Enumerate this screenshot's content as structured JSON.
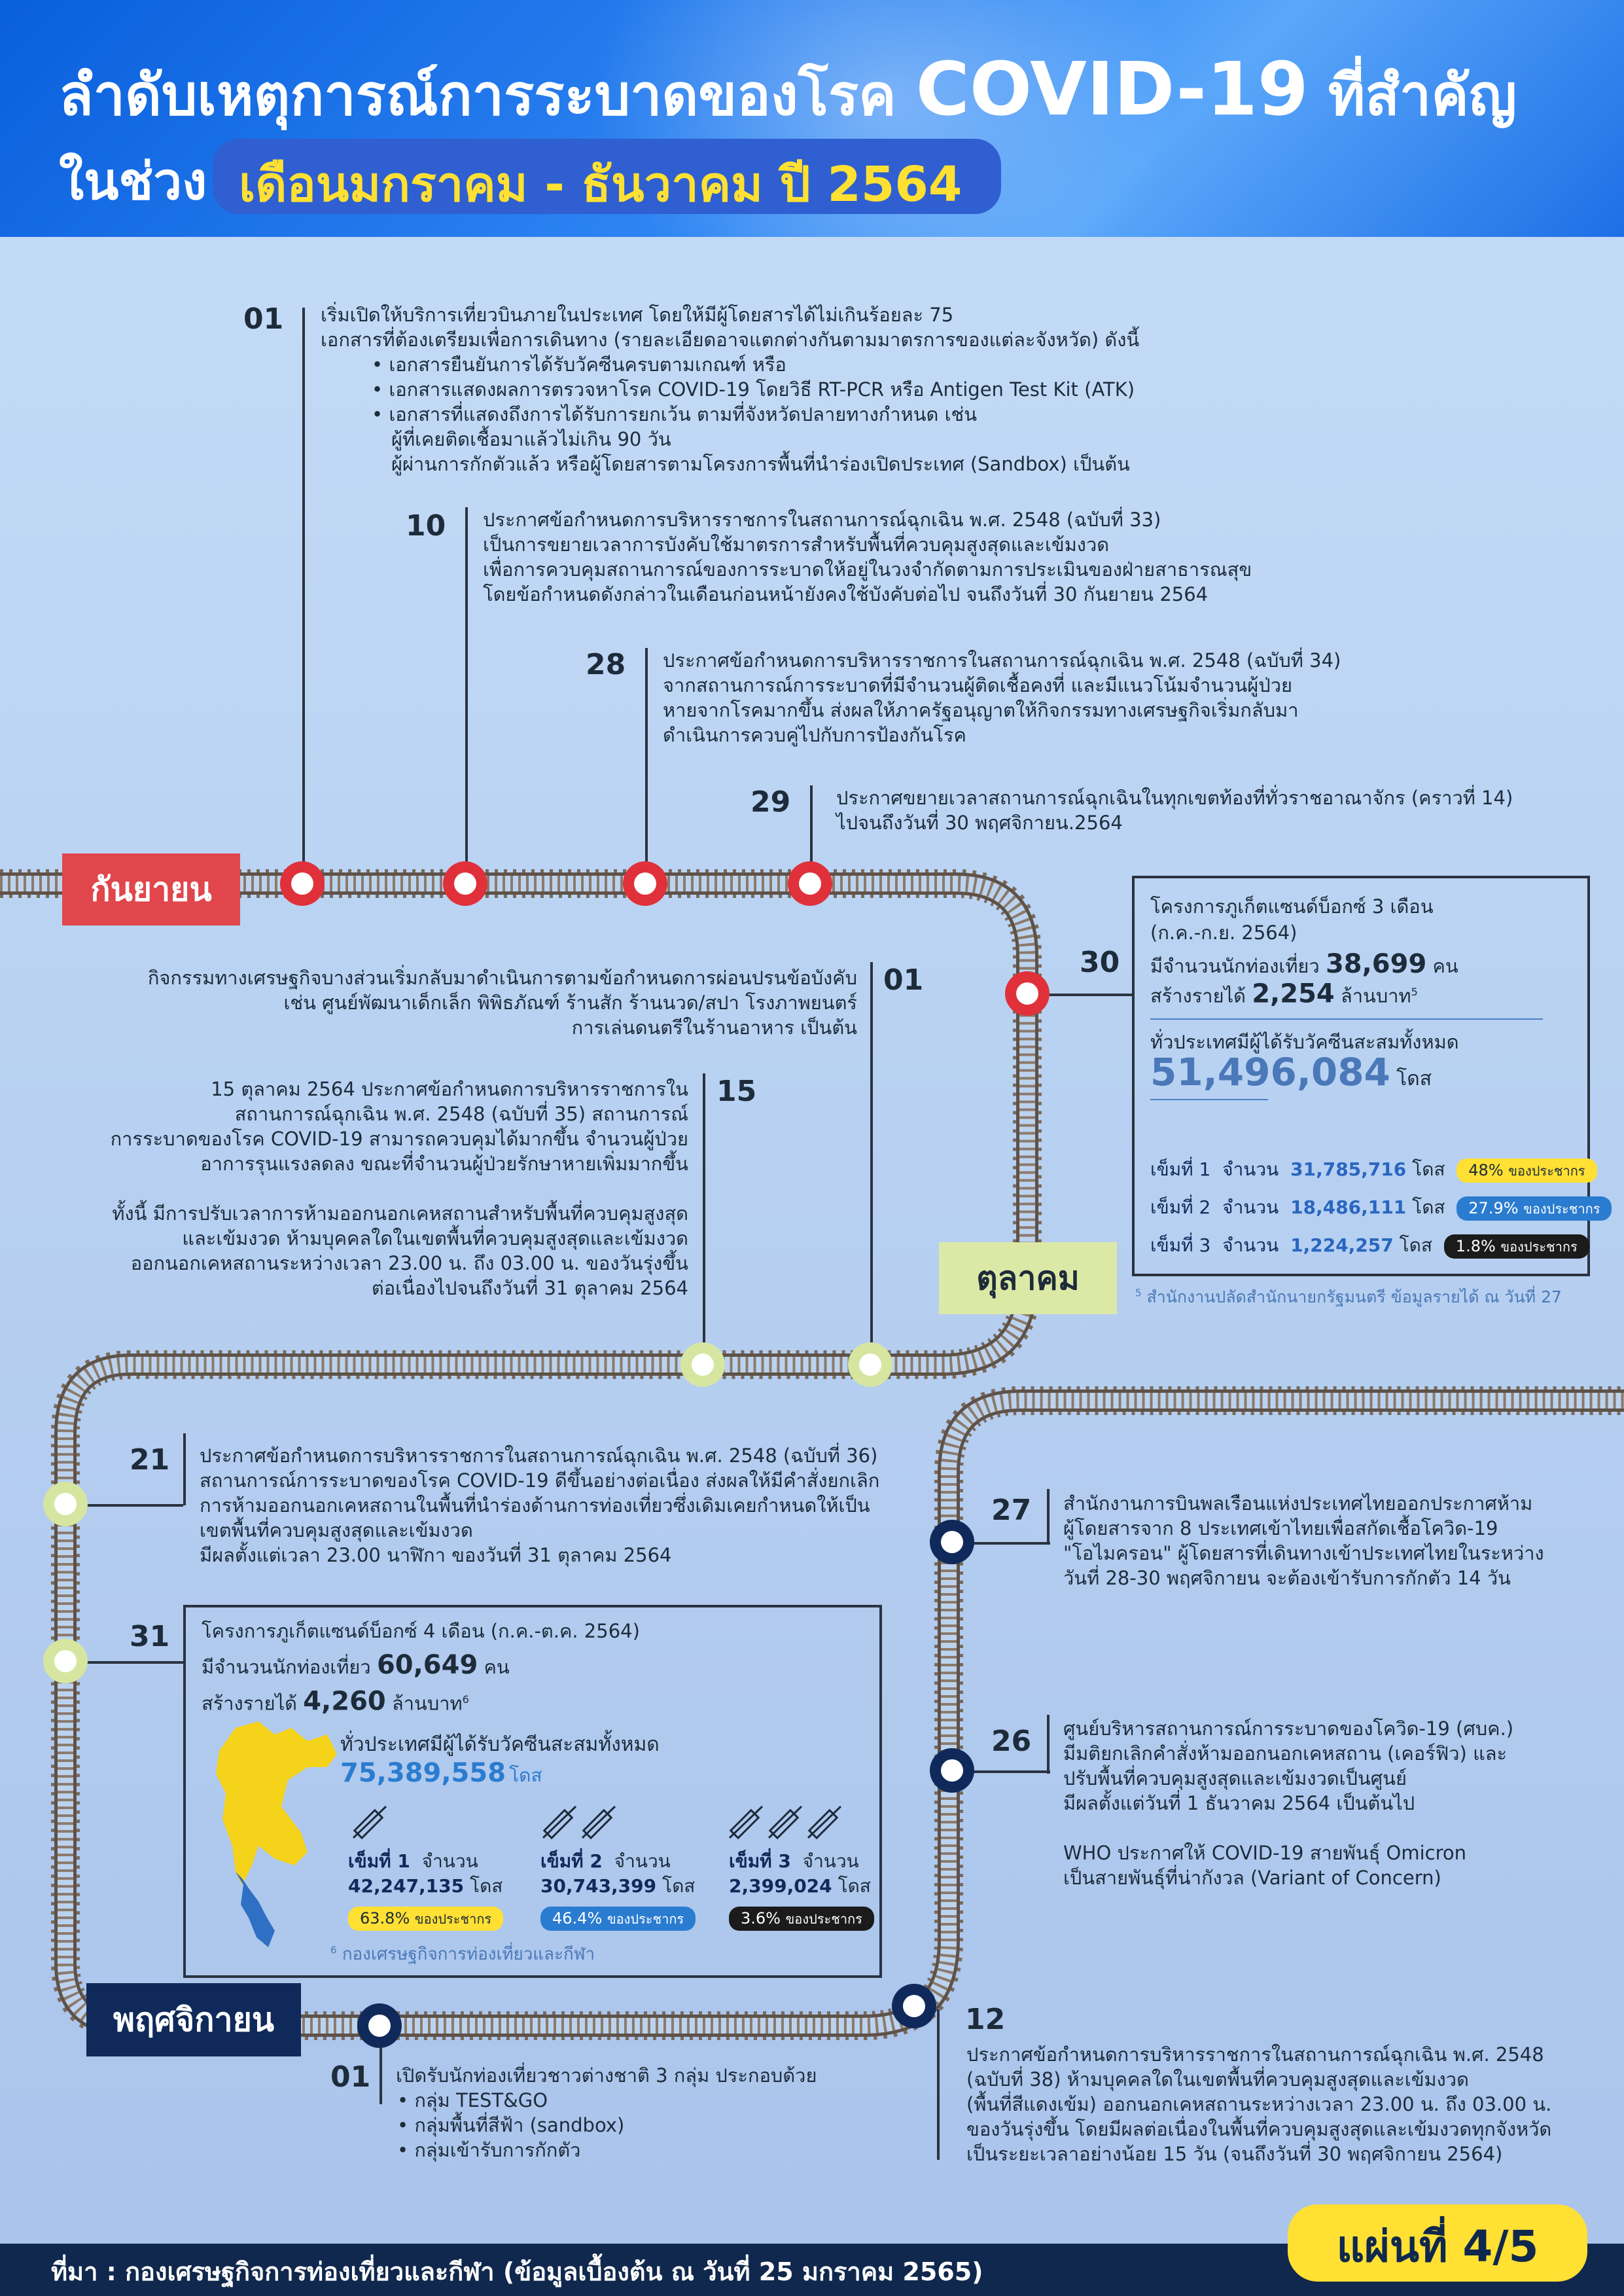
{
  "header": {
    "title_line1_thai": "ลำดับเหตุการณ์การระบาดของโรค",
    "title_line1_covid": "COVID-19",
    "title_line1_end": "ที่สำคัญ",
    "title_line2_prefix": "ในช่วง",
    "title_line2_period": "เดือนมกราคม - ธันวาคม ปี 2564"
  },
  "months": {
    "sep": "กันยายน",
    "oct": "ตุลาคม",
    "nov": "พฤศจิกายน"
  },
  "events": {
    "sep01": {
      "day": "01",
      "line1": "เริ่มเปิดให้บริการเที่ยวบินภายในประเทศ โดยให้มีผู้โดยสารได้ไม่เกินร้อยละ 75",
      "line2": "เอกสารที่ต้องเตรียมเพื่อการเดินทาง (รายละเอียดอาจแตกต่างกันตามมาตรการของแต่ละจังหวัด) ดังนี้",
      "bullets": [
        "เอกสารยืนยันการได้รับวัคซีนครบตามเกณฑ์ หรือ",
        "เอกสารแสดงผลการตรวจหาโรค COVID-19 โดยวิธี RT-PCR หรือ Antigen Test Kit (ATK)",
        "เอกสารที่แสดงถึงการได้รับการยกเว้น ตามที่จังหวัดปลายทางกำหนด เช่น"
      ],
      "sub1": "ผู้ที่เคยติดเชื้อมาแล้วไม่เกิน 90 วัน",
      "sub2": "ผู้ผ่านการกักตัวแล้ว หรือผู้โดยสารตามโครงการพื้นที่นำร่องเปิดประเทศ (Sandbox) เป็นต้น"
    },
    "sep10": {
      "day": "10",
      "l1": "ประกาศข้อกำหนดการบริหารราชการในสถานการณ์ฉุกเฉิน พ.ศ. 2548 (ฉบับที่ 33)",
      "l2": "เป็นการขยายเวลาการบังคับใช้มาตรการสำหรับพื้นที่ควบคุมสูงสุดและเข้มงวด",
      "l3": "เพื่อการควบคุมสถานการณ์ของการระบาดให้อยู่ในวงจำกัดตามการประเมินของฝ่ายสาธารณสุข",
      "l4": "โดยข้อกำหนดดังกล่าวในเดือนก่อนหน้ายังคงใช้บังคับต่อไป จนถึงวันที่ 30 กันยายน 2564"
    },
    "sep28": {
      "day": "28",
      "l1": "ประกาศข้อกำหนดการบริหารราชการในสถานการณ์ฉุกเฉิน พ.ศ. 2548 (ฉบับที่ 34)",
      "l2": "จากสถานการณ์การระบาดที่มีจำนวนผู้ติดเชื้อคงที่ และมีแนวโน้มจำนวนผู้ป่วย",
      "l3": "หายจากโรคมากขึ้น ส่งผลให้ภาครัฐอนุญาตให้กิจกรรมทางเศรษฐกิจเริ่มกลับมา",
      "l4": "ดำเนินการควบคู่ไปกับการป้องกันโรค"
    },
    "sep29": {
      "day": "29",
      "l1": "ประกาศขยายเวลาสถานการณ์ฉุกเฉินในทุกเขตท้องที่ทั่วราชอาณาจักร (คราวที่ 14)",
      "l2": "ไปจนถึงวันที่ 30 พฤศจิกายน.2564"
    },
    "sep30": {
      "day": "30"
    },
    "oct01": {
      "day": "01",
      "l1": "กิจกรรมทางเศรษฐกิจบางส่วนเริ่มกลับมาดำเนินการตามข้อกำหนดการผ่อนปรนข้อบังคับ",
      "l2": "เช่น ศูนย์พัฒนาเด็กเล็ก พิพิธภัณฑ์ ร้านสัก ร้านนวด/สปา โรงภาพยนตร์",
      "l3": "การเล่นดนตรีในร้านอาหาร เป็นต้น"
    },
    "oct15": {
      "day": "15",
      "l1": "15 ตุลาคม 2564   ประกาศข้อกำหนดการบริหารราชการใน",
      "l2": "สถานการณ์ฉุกเฉิน พ.ศ. 2548 (ฉบับที่ 35) สถานการณ์",
      "l3": "การระบาดของโรค COVID-19 สามารถควบคุมได้มากขึ้น จำนวนผู้ป่วย",
      "l4": "อาการรุนแรงลดลง ขณะที่จำนวนผู้ป่วยรักษาหายเพิ่มมากขึ้น",
      "l5": "ทั้งนี้ มีการปรับเวลาการห้ามออกนอกเคหสถานสำหรับพื้นที่ควบคุมสูงสุด",
      "l6": "และเข้มงวด ห้ามบุคคลใดในเขตพื้นที่ควบคุมสูงสุดและเข้มงวด",
      "l7": "ออกนอกเคหสถานระหว่างเวลา 23.00 น. ถึง 03.00 น. ของวันรุ่งขึ้น",
      "l8": "ต่อเนื่องไปจนถึงวันที่ 31 ตุลาคม 2564"
    },
    "oct21": {
      "day": "21",
      "l1": "ประกาศข้อกำหนดการบริหารราชการในสถานการณ์ฉุกเฉิน พ.ศ. 2548 (ฉบับที่ 36)",
      "l2": "สถานการณ์การระบาดของโรค COVID-19 ดีขึ้นอย่างต่อเนื่อง ส่งผลให้มีคำสั่งยกเลิก",
      "l3": "การห้ามออกนอกเคหสถานในพื้นที่นำร่องด้านการท่องเที่ยวซึ่งเดิมเคยกำหนดให้เป็น",
      "l4": "เขตพื้นที่ควบคุมสูงสุดและเข้มงวด",
      "l5": "มีผลตั้งแต่เวลา 23.00 นาฬิกา ของวันที่ 31 ตุลาคม 2564"
    },
    "oct31": {
      "day": "31"
    },
    "nov01": {
      "day": "01",
      "l1": "เปิดรับนักท่องเที่ยวชาวต่างชาติ 3 กลุ่ม ประกอบด้วย",
      "bullets": [
        "กลุ่ม TEST&GO",
        "กลุ่มพื้นที่สีฟ้า (sandbox)",
        "กลุ่มเข้ารับการกักตัว"
      ]
    },
    "nov12": {
      "day": "12",
      "l1": "ประกาศข้อกำหนดการบริหารราชการในสถานการณ์ฉุกเฉิน พ.ศ. 2548",
      "l2": "(ฉบับที่ 38) ห้ามบุคคลใดในเขตพื้นที่ควบคุมสูงสุดและเข้มงวด",
      "l3": "(พื้นที่สีแดงเข้ม) ออกนอกเคหสถานระหว่างเวลา 23.00 น. ถึง 03.00 น.",
      "l4": "ของวันรุ่งขึ้น โดยมีผลต่อเนื่องในพื้นที่ควบคุมสูงสุดและเข้มงวดทุกจังหวัด",
      "l5": "เป็นระยะเวลาอย่างน้อย 15 วัน (จนถึงวันที่ 30 พฤศจิกายน 2564)"
    },
    "nov26": {
      "day": "26",
      "l1": "ศูนย์บริหารสถานการณ์การระบาดของโควิด-19 (ศบค.)",
      "l2": "มีมติยกเลิกคำสั่งห้ามออกนอกเคหสถาน (เคอร์ฟิว) และ",
      "l3": "ปรับพื้นที่ควบคุมสูงสุดและเข้มงวดเป็นศูนย์",
      "l4": "มีผลตั้งแต่วันที่ 1 ธันวาคม 2564 เป็นต้นไป",
      "l5": "WHO ประกาศให้ COVID-19 สายพันธุ์ Omicron",
      "l6": "เป็นสายพันธุ์ที่น่ากังวล (Variant of Concern)"
    },
    "nov27": {
      "day": "27",
      "l1": "สำนักงานการบินพลเรือนแห่งประเทศไทยออกประกาศห้าม",
      "l2": "ผู้โดยสารจาก 8 ประเทศเข้าไทยเพื่อสกัดเชื้อโควิด-19",
      "l3": "\"โอไมครอน\" ผู้โดยสารที่เดินทางเข้าประเทศไทยในระหว่าง",
      "l4": "วันที่ 28-30 พฤศจิกายน จะต้องเข้ารับการกักตัว 14 วัน"
    }
  },
  "box3": {
    "l1": "โครงการภูเก็ตแซนด์บ็อกซ์ 3 เดือน",
    "l2": "(ก.ค.-ก.ย. 2564)",
    "tourists_prefix": "มีจำนวนนักท่องเที่ยว",
    "tourists": "38,699",
    "tourists_unit": "คน",
    "income_prefix": "สร้างรายได้",
    "income": "2,254",
    "income_unit": "ล้านบาท",
    "income_sup": "5",
    "vax_label": "ทั่วประเทศมีผู้ได้รับวัคซีนสะสมทั้งหมด",
    "vax_total": "51,496,084",
    "vax_unit": "โดส",
    "doses": [
      {
        "label": "เข็มที่ 1",
        "count_label": "จำนวน",
        "value": "31,785,716",
        "unit": "โดส",
        "pct": "48%",
        "pct_suffix": "ของประชากร",
        "color": "#ffe033"
      },
      {
        "label": "เข็มที่ 2",
        "count_label": "จำนวน",
        "value": "18,486,111",
        "unit": "โดส",
        "pct": "27.9%",
        "pct_suffix": "ของประชากร",
        "color": "#2a7cd0"
      },
      {
        "label": "เข็มที่ 3",
        "count_label": "จำนวน",
        "value": "1,224,257",
        "unit": "โดส",
        "pct": "1.8%",
        "pct_suffix": "ของประชากร",
        "color": "#1b1b1b"
      }
    ],
    "source": "สำนักงานปลัดสำนักนายกรัฐมนตรี ข้อมูลรายได้ ณ วันที่ 27",
    "source_sup": "5"
  },
  "box4": {
    "l1": "โครงการภูเก็ตแซนด์บ็อกซ์ 4 เดือน (ก.ค.-ต.ค. 2564)",
    "tourists_prefix": "มีจำนวนนักท่องเที่ยว",
    "tourists": "60,649",
    "tourists_unit": "คน",
    "income_prefix": "สร้างรายได้",
    "income": "4,260",
    "income_unit": "ล้านบาท",
    "income_sup": "6",
    "vax_label": "ทั่วประเทศมีผู้ได้รับวัคซีนสะสมทั้งหมด",
    "vax_total": "75,389,558",
    "vax_unit": "โดส",
    "doses": [
      {
        "label": "เข็มที่ 1",
        "count_label": "จำนวน",
        "value": "42,247,135",
        "unit": "โดส",
        "pct": "63.8%",
        "pct_suffix": "ของประชากร",
        "color": "#ffe033"
      },
      {
        "label": "เข็มที่ 2",
        "count_label": "จำนวน",
        "value": "30,743,399",
        "unit": "โดส",
        "pct": "46.4%",
        "pct_suffix": "ของประชากร",
        "color": "#2a7cd0"
      },
      {
        "label": "เข็มที่ 3",
        "count_label": "จำนวน",
        "value": "2,399,024",
        "unit": "โดส",
        "pct": "3.6%",
        "pct_suffix": "ของประชากร",
        "color": "#1b1b1b"
      }
    ],
    "source": "กองเศรษฐกิจการท่องเที่ยวและกีฬา",
    "source_sup": "6"
  },
  "footer": {
    "source": "ที่มา : กองเศรษฐกิจการท่องเที่ยวและกีฬา (ข้อมูลเบื้องต้น ณ วันที่ 25 มกราคม 2565)",
    "page": "แผ่นที่ 4/5"
  },
  "colors": {
    "sep_marker": "#e0303a",
    "oct_marker": "#d6e6a0",
    "nov_marker": "#0f2a5a",
    "sep_label_bg": "#e0464b",
    "oct_label_bg": "#dce9a6",
    "nov_label_bg": "#0f2a5a"
  }
}
